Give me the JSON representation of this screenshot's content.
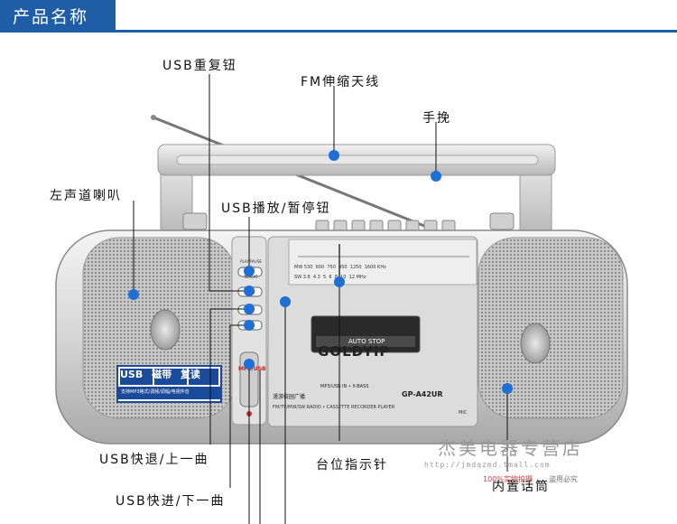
{
  "header": {
    "title": "产品名称",
    "color": "#1f5da6"
  },
  "callouts": {
    "usb_repeat": "USB重复钮",
    "fm_antenna": "FM伸缩天线",
    "handle": "手挽",
    "left_speaker": "左声道喇叭",
    "usb_play_pause": "USB播放/暂停钮",
    "usb_rewind_prev": "USB快退/上一曲",
    "usb_ff_next": "USB快进/下一曲",
    "dial_pointer": "台位指示针",
    "builtin_mic": "内置话筒"
  },
  "marker_color": "#1f6fd6",
  "device": {
    "brand": "GOLDYIP",
    "model": "GP-A42UR",
    "subtitle": "FM/TV/MW/SW RADIO • CASSETTE RECORDER PLAYER",
    "xbass": "MP3/USB IN • X-BASS",
    "campus": "漫游校园广播",
    "auto_stop": "AUTO STOP",
    "mic_label": "MIC",
    "button_labels": [
      "PLAY/PAUSE",
      "REPEAT",
      "REW",
      "FF"
    ],
    "mp3_usb_label": "MP3/USB",
    "badge": {
      "usb": "USB",
      "tape": "磁带",
      "repeat": "复读",
      "features": "支持MP3格式/调频/调幅/电视伴音"
    },
    "mw_row": [
      "MW",
      "530",
      "600",
      "750",
      "950",
      "1250",
      "1600",
      "KHz"
    ],
    "sw_row": [
      "SW",
      "3.8",
      "4.3",
      "5",
      "6",
      "8",
      "10",
      "12",
      "MHz"
    ]
  },
  "watermark": {
    "name": "杰美电器专营店",
    "url": "http://jmdqzmd.tmall.com",
    "slogan": "100%实物拍摄",
    "slogan2": "盗用必究"
  }
}
